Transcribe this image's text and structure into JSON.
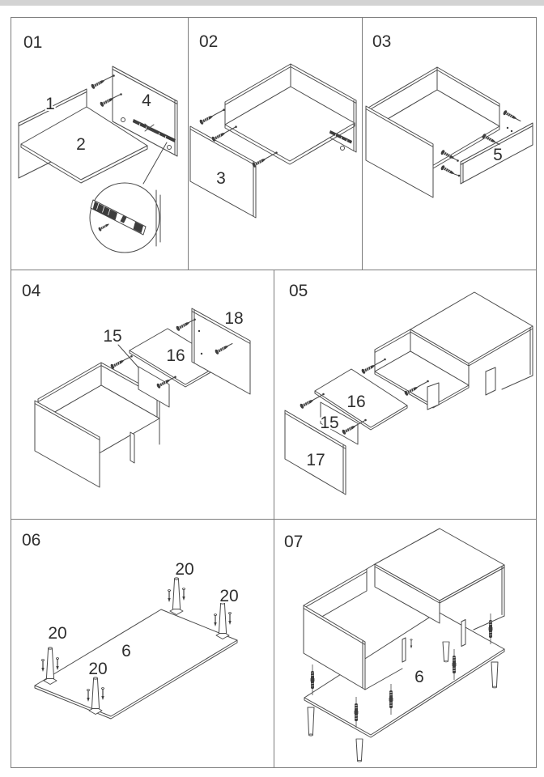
{
  "page": {
    "colors": {
      "topbar": "#d3d3d3",
      "paper": "#ffffff",
      "line": "#4a4a4a",
      "label": "#2e2e2e",
      "frame": "#7d7d7d",
      "hardware": "#3d3d3d"
    }
  },
  "steps": [
    {
      "id": "01",
      "parts": [
        "1",
        "2",
        "4"
      ]
    },
    {
      "id": "02",
      "parts": [
        "3"
      ]
    },
    {
      "id": "03",
      "parts": [
        "5"
      ]
    },
    {
      "id": "04",
      "parts": [
        "15",
        "16",
        "18"
      ]
    },
    {
      "id": "05",
      "parts": [
        "16",
        "15",
        "17"
      ]
    },
    {
      "id": "06",
      "parts": [
        "6",
        "20",
        "20",
        "20",
        "20"
      ]
    },
    {
      "id": "07",
      "parts": [
        "6"
      ]
    }
  ]
}
